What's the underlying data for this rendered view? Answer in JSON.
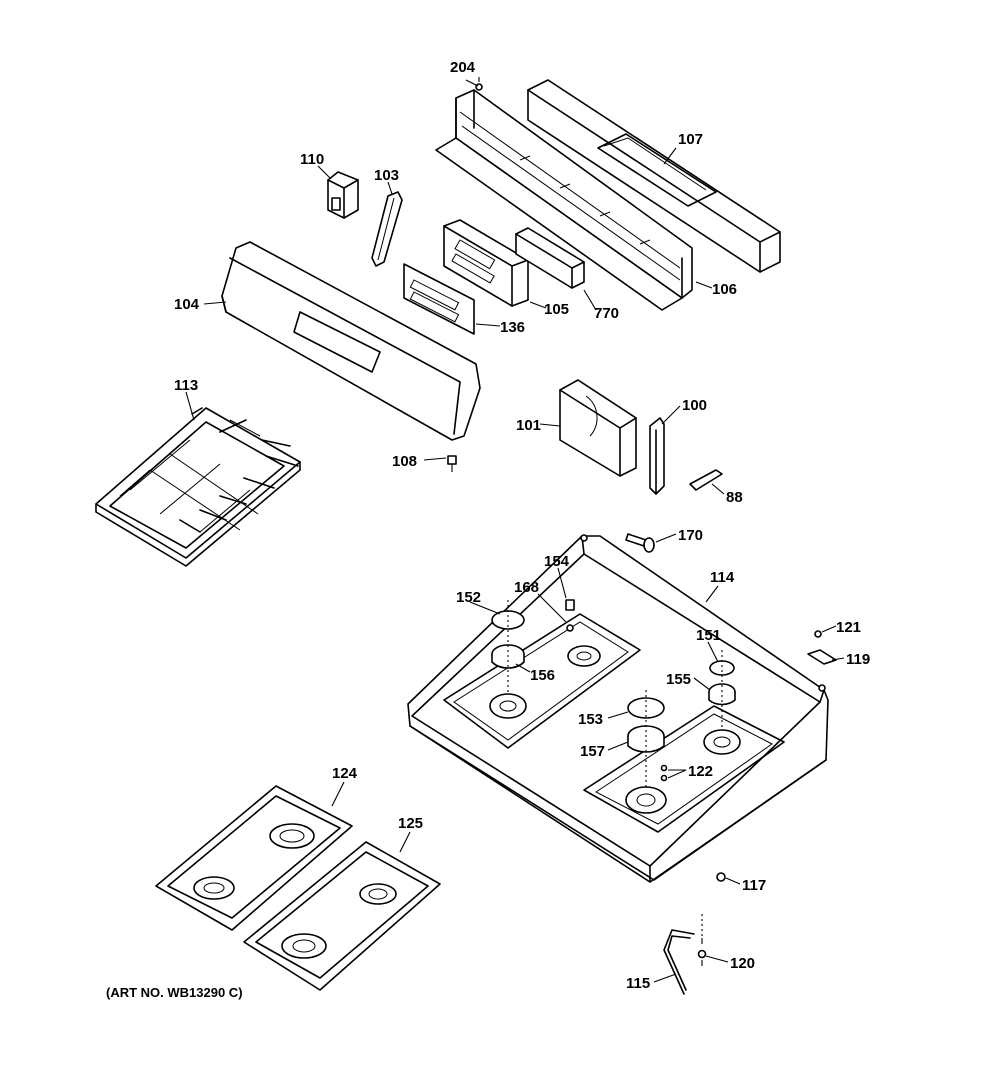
{
  "callouts": {
    "c204": "204",
    "c107": "107",
    "c110": "110",
    "c103": "103",
    "c106": "106",
    "c105": "105",
    "c770": "770",
    "c104": "104",
    "c136": "136",
    "c113": "113",
    "c100": "100",
    "c101": "101",
    "c108": "108",
    "c88": "88",
    "c170": "170",
    "c154": "154",
    "c114": "114",
    "c152": "152",
    "c168": "168",
    "c121": "121",
    "c151": "151",
    "c119": "119",
    "c156": "156",
    "c155": "155",
    "c153": "153",
    "c157": "157",
    "c122": "122",
    "c124": "124",
    "c125": "125",
    "c117": "117",
    "c120": "120",
    "c115": "115"
  },
  "art_number": "(ART NO. WB13290 C)"
}
